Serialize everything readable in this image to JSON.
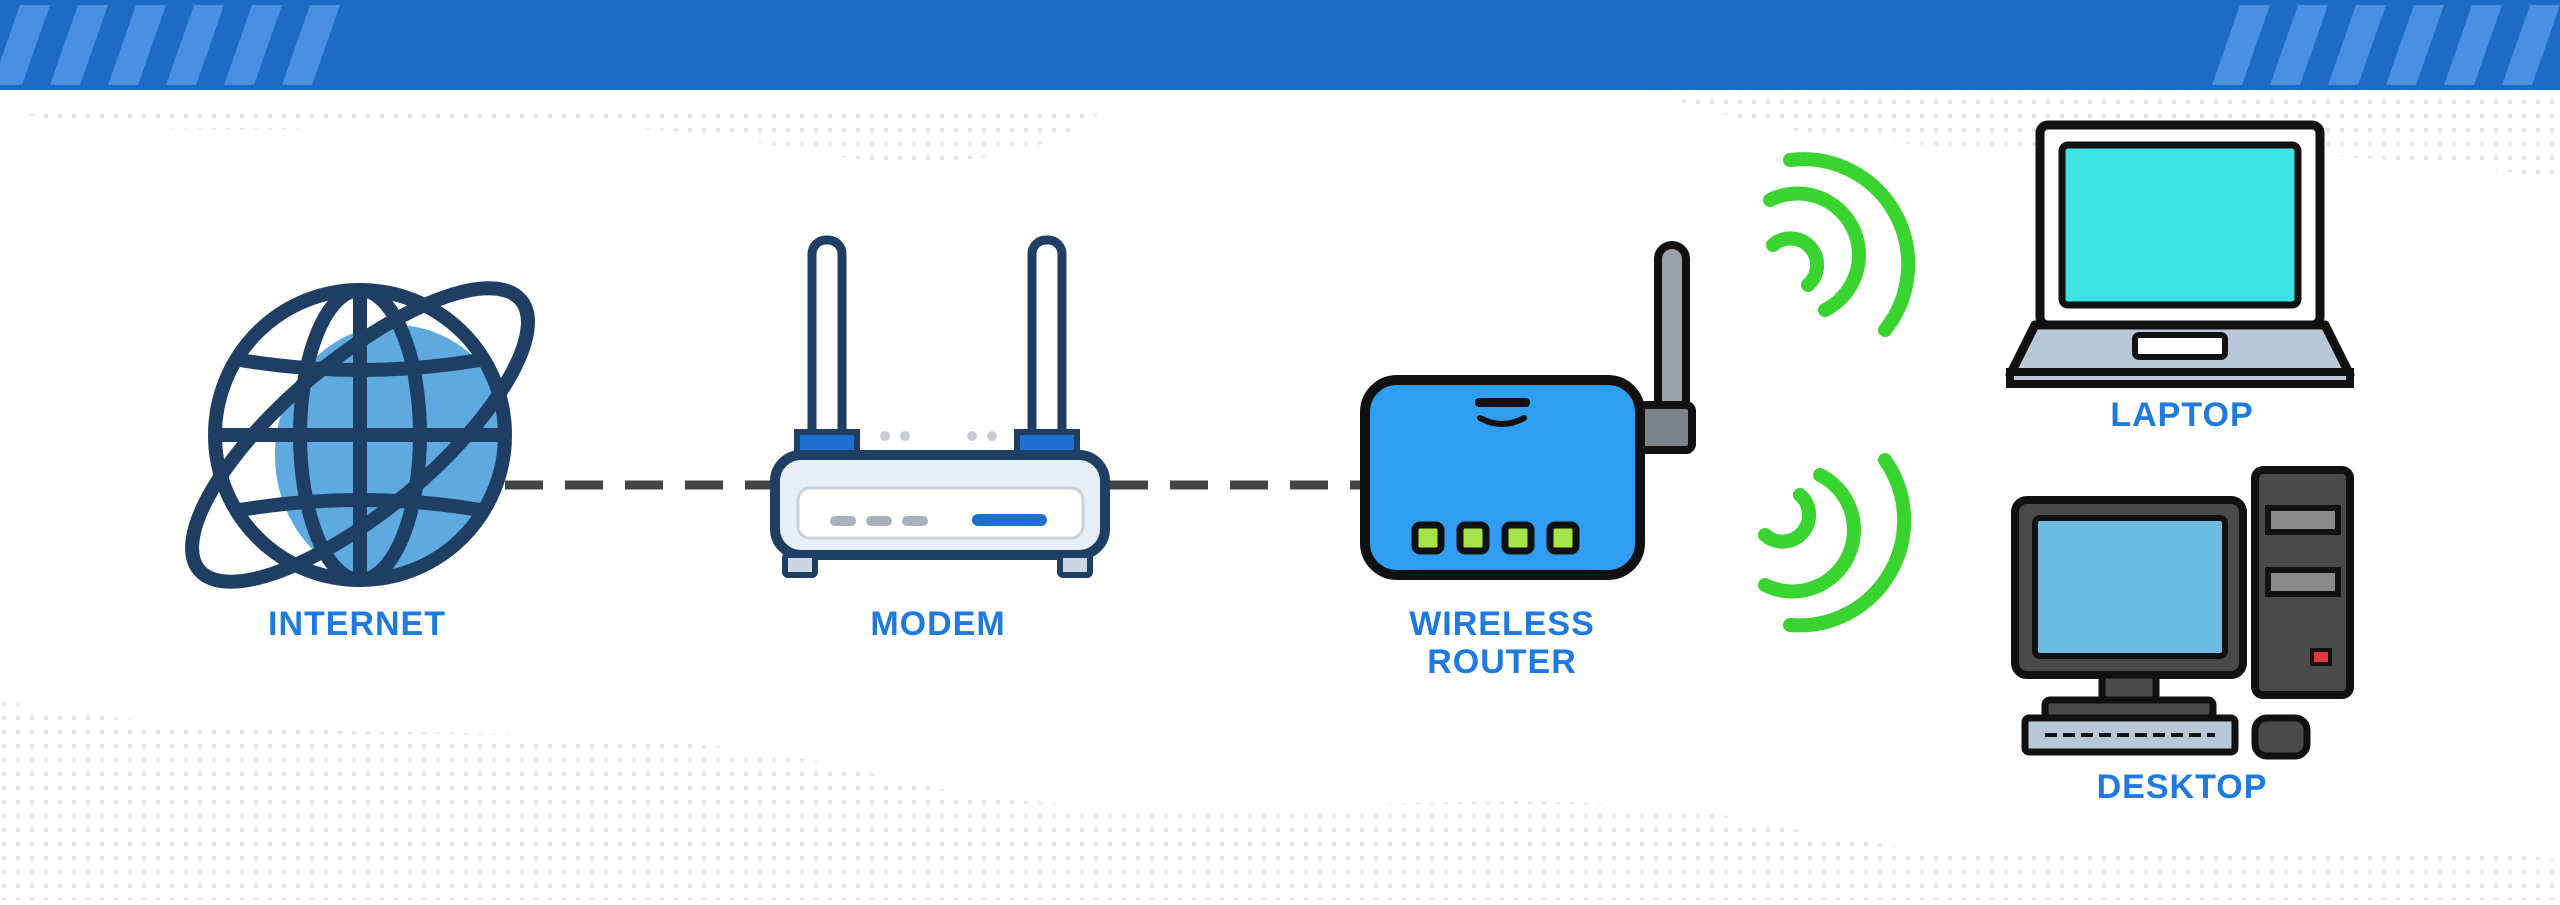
{
  "colors": {
    "banner": "#1d6bc4",
    "banner_stripe": "#4a90e2",
    "label": "#1f7ae0",
    "outline": "#1e3f63",
    "globe_fill": "#5ea9e0",
    "router_fill": "#2f9ef0",
    "signal": "#39d430",
    "laptop_screen": "#3de2e2",
    "desktop_screen": "#6bbce0",
    "connector": "#444444",
    "dot_pattern": "#d9d9d9"
  },
  "diagram": {
    "nodes": [
      {
        "id": "internet",
        "icon": "globe-icon",
        "label_lines": [
          "INTERNET"
        ]
      },
      {
        "id": "modem",
        "icon": "modem-icon",
        "label_lines": [
          "MODEM"
        ]
      },
      {
        "id": "wireless-router",
        "icon": "wireless-router-icon",
        "label_lines": [
          "WIRELESS",
          "ROUTER"
        ]
      },
      {
        "id": "laptop",
        "icon": "laptop-icon",
        "label_lines": [
          "LAPTOP"
        ]
      },
      {
        "id": "desktop",
        "icon": "desktop-computer-icon",
        "label_lines": [
          "DESKTOP"
        ]
      }
    ],
    "connections": [
      {
        "from": "internet",
        "to": "modem",
        "style": "dashed"
      },
      {
        "from": "modem",
        "to": "wireless-router",
        "style": "dashed"
      },
      {
        "from": "wireless-router",
        "to": "laptop",
        "style": "wireless"
      },
      {
        "from": "wireless-router",
        "to": "desktop",
        "style": "wireless"
      }
    ]
  }
}
